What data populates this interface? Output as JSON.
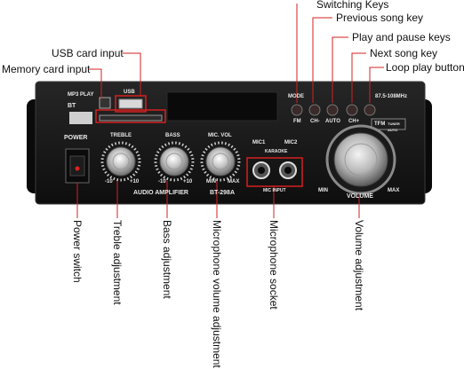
{
  "callouts": {
    "usb_card_input": "USB card input",
    "memory_card_input": "Memory card input",
    "switching_keys": "Switching Keys",
    "previous_song_key": "Previous song key",
    "play_pause_keys": "Play and pause keys",
    "next_song_key": "Next song key",
    "loop_play_button": "Loop play button",
    "power_switch": "Power switch",
    "treble_adjustment": "Treble adjustment",
    "bass_adjustment": "Bass adjustment",
    "mic_volume_adjustment": "Microphone volume adjustment",
    "mic_socket": "Microphone socket",
    "volume_adjustment": "Volume adjustment"
  },
  "panel": {
    "mp3_play": "MP3 PLAY",
    "bt": "BT",
    "usb": "USB",
    "power": "POWER",
    "treble": "TREBLE",
    "bass": "BASS",
    "mic_vol": "MIC. VOL",
    "mic1": "MIC1",
    "mic2": "MIC2",
    "karaoke": "KARAOKE",
    "mic_input": "MIC INPUT",
    "audio_amplifier": "AUDIO AMPLIFIER",
    "model": "BT-298A",
    "volume": "VOLUME",
    "min": "MIN",
    "max": "MAX",
    "scale_minus": "-10",
    "scale_plus": "+10",
    "mode": "MODE",
    "fm": "FM",
    "ch_minus": "CH-",
    "auto": "AUTO",
    "ch_plus": "CH+",
    "freq": "87.5-108MHz",
    "tfm": "TFM",
    "tuner_auto": "TUNER AUTO"
  },
  "colors": {
    "panel": "#141414",
    "callout_box": "#d42020",
    "text_light": "#e8e8e8"
  }
}
